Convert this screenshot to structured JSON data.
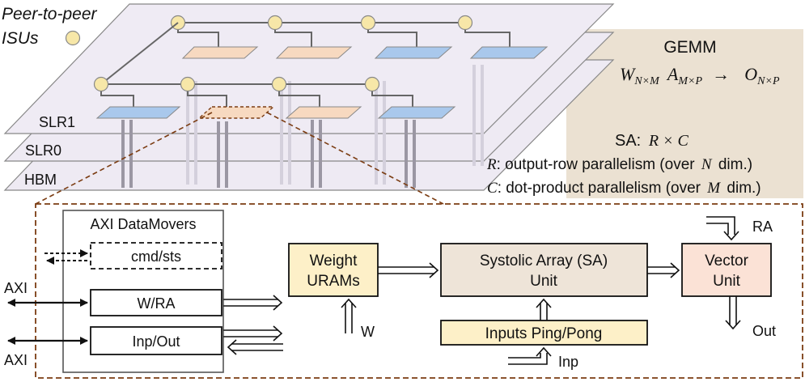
{
  "legend": {
    "line1": "Peer-to-peer",
    "line2": "ISUs"
  },
  "layers": {
    "slr1": "SLR1",
    "slr0": "SLR0",
    "hbm": "HBM"
  },
  "gemm": {
    "title": "GEMM",
    "w": "W",
    "w_sub": "N×M",
    "a": "A",
    "a_sub": "M×P",
    "arrow": "→",
    "o": "O",
    "o_sub": "N×P"
  },
  "sa_info": {
    "sa_label": "SA:",
    "sa_expr": "R × C",
    "r_var": "R",
    "r_text": ": output-row parallelism (over",
    "r_dim": "N",
    "r_end": "dim.)",
    "c_var": "C",
    "c_text": ": dot-product parallelism (over",
    "c_dim": "M",
    "c_end": "dim.)"
  },
  "blocks": {
    "axi_title": "AXI DataMovers",
    "cmd": "cmd/sts",
    "wra": "W/RA",
    "inpout": "Inp/Out",
    "weight_l1": "Weight",
    "weight_l2": "URAMs",
    "sa_l1": "Systolic Array (SA)",
    "sa_l2": "Unit",
    "pingpong": "Inputs Ping/Pong",
    "vec_l1": "Vector",
    "vec_l2": "Unit"
  },
  "labels": {
    "axi1": "AXI",
    "axi2": "AXI",
    "w": "W",
    "inp": "Inp",
    "ra": "RA",
    "out": "Out"
  },
  "colors": {
    "isu": "#f7e7a8",
    "pe_blue": "#a9c8ec",
    "pe_orange": "#f7d9c0",
    "weight_fill": "#fdf0c8",
    "sa_fill": "#eee4d8",
    "ping_fill": "#fdf0c8",
    "vec_fill": "#fbe2d6",
    "panel": "#ebe1d2",
    "dash": "#7b3c12"
  }
}
